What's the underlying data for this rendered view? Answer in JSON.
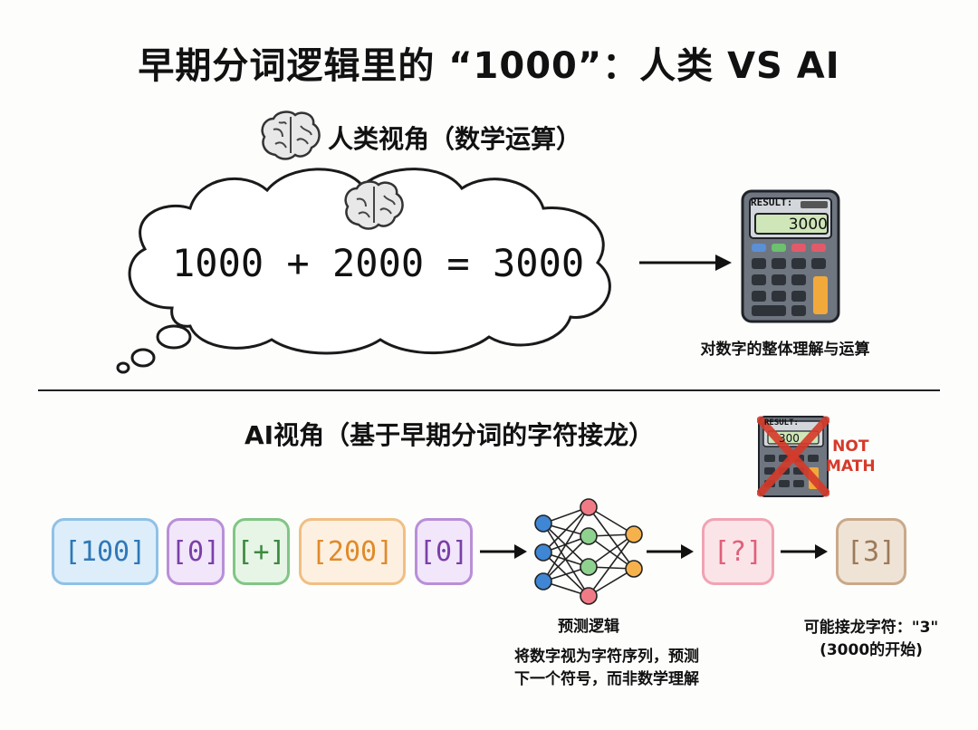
{
  "title": "早期分词逻辑里的 “1000”：人类 VS AI",
  "human": {
    "heading": "人类视角（数学运算）",
    "equation": "1000 + 2000 = 3000",
    "calculator": {
      "label": "RESULT:",
      "display": "3000"
    },
    "caption": "对数字的整体理解与运算"
  },
  "ai": {
    "heading": "AI视角（基于早期分词的字符接龙）",
    "not_math_lines": [
      "NOT",
      "MATH"
    ],
    "crossed_calculator": {
      "label": "RESULT:",
      "display": "300"
    },
    "tokens": [
      {
        "text": "[100]",
        "border": "#8fc1e6",
        "fill": "#ddeefa",
        "color": "#2f78b8"
      },
      {
        "text": "[0]",
        "border": "#b98fd8",
        "fill": "#f1e6fa",
        "color": "#7b3fa8"
      },
      {
        "text": "[+]",
        "border": "#82c585",
        "fill": "#e6f5e6",
        "color": "#3c8a40"
      },
      {
        "text": "[200]",
        "border": "#f0bf84",
        "fill": "#fdf0e0",
        "color": "#e08a2a"
      },
      {
        "text": "[0]",
        "border": "#b98fd8",
        "fill": "#f1e6fa",
        "color": "#7b3fa8"
      }
    ],
    "nn_caption": "预测逻辑",
    "predict_token": "[?]",
    "result_token": "[3]",
    "description_lines": [
      "将数字视为字符序列，预测",
      "下一个符号，而非数学理解"
    ],
    "result_caption_lines": [
      "可能接龙字符：\"3\"",
      "(3000的开始)"
    ]
  },
  "colors": {
    "accent_red": "#d63a2a",
    "predict_border": "#f1a3b2",
    "result_border": "#c9a98a"
  }
}
